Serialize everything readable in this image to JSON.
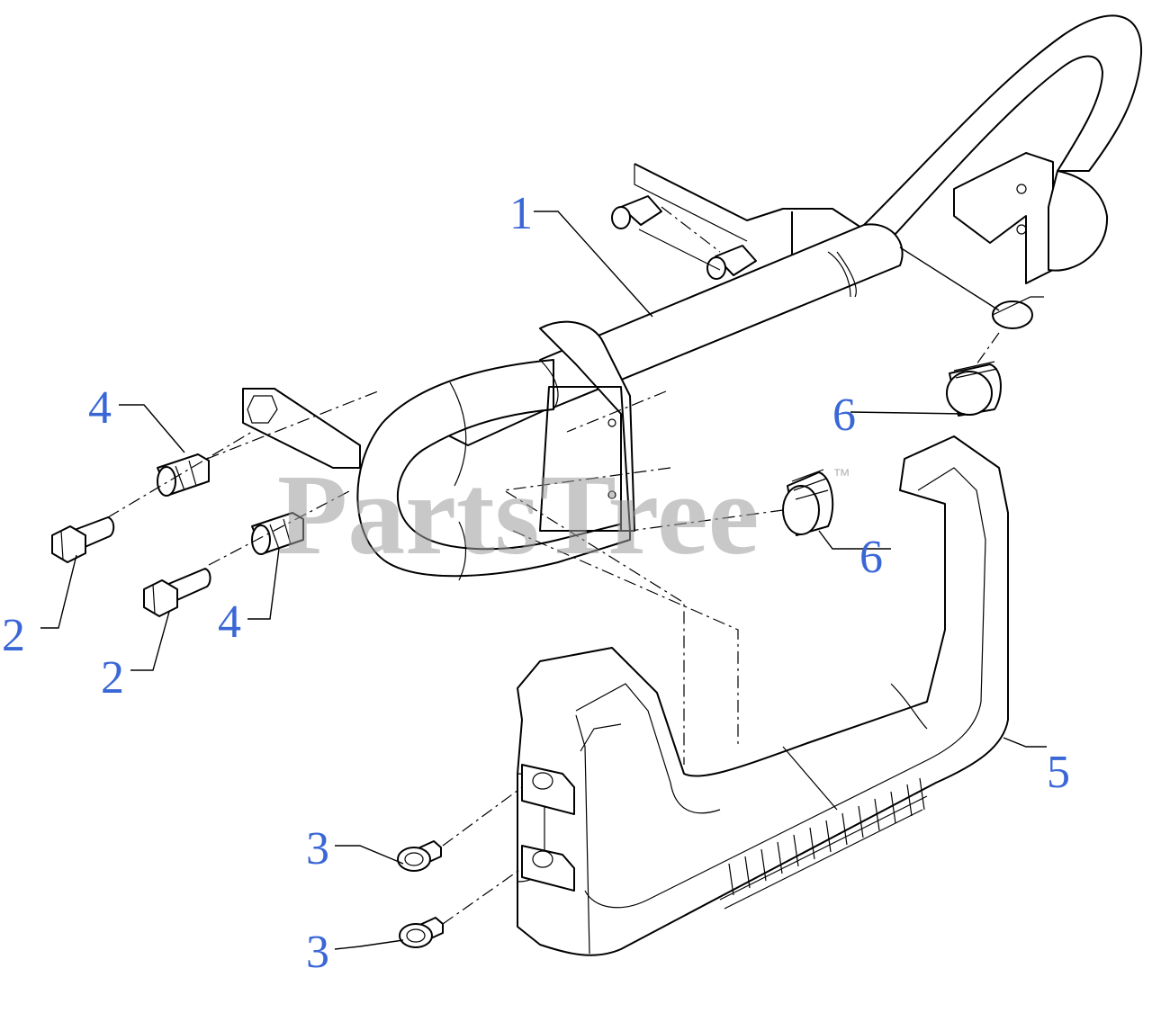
{
  "watermark": {
    "text": "PartsTree",
    "trademark": "™"
  },
  "callouts": [
    {
      "id": "c1",
      "label": "1"
    },
    {
      "id": "c2a",
      "label": "2"
    },
    {
      "id": "c2b",
      "label": "2"
    },
    {
      "id": "c3a",
      "label": "3"
    },
    {
      "id": "c3b",
      "label": "3"
    },
    {
      "id": "c4a",
      "label": "4"
    },
    {
      "id": "c4b",
      "label": "4"
    },
    {
      "id": "c5",
      "label": "5"
    },
    {
      "id": "c6a",
      "label": "6"
    },
    {
      "id": "c6b",
      "label": "6"
    }
  ],
  "colors": {
    "callout": "#3a67d6",
    "line": "#000000",
    "watermark": "#9a9a9a"
  }
}
